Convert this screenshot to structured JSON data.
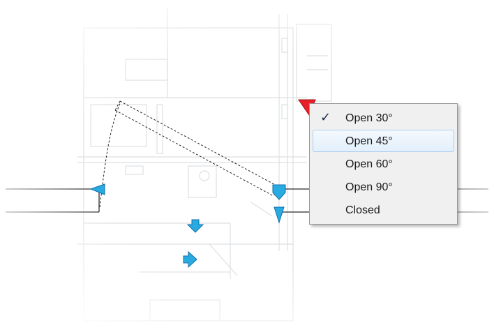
{
  "context_menu": {
    "items": [
      {
        "label": "Open 30°",
        "checked": true,
        "hovered": false
      },
      {
        "label": "Open 45°",
        "checked": false,
        "hovered": true
      },
      {
        "label": "Open 60°",
        "checked": false,
        "hovered": false
      },
      {
        "label": "Open 90°",
        "checked": false,
        "hovered": false
      },
      {
        "label": "Closed",
        "checked": false,
        "hovered": false
      }
    ],
    "check_glyph": "✓"
  },
  "colors": {
    "grip": "#29abe2",
    "grip_stroke": "#0b6fa8",
    "active_grip": "#e8202a",
    "wall_line": "#2a2a2a",
    "faded_plan": "#dcdfe2",
    "menu_bg": "#f0f0f0",
    "menu_hover_border": "#aecdee"
  },
  "icons": {
    "grips": [
      "triangle-grip-icon",
      "arrow-grip-icon"
    ],
    "active": "red-triangle-grip-icon"
  }
}
